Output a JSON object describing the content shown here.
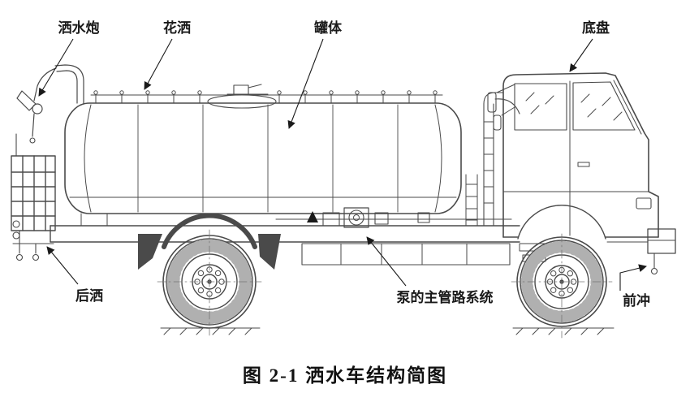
{
  "figure": {
    "caption": "图 2-1 洒水车结构简图"
  },
  "labels": {
    "water_cannon": "洒水炮",
    "shower_sprinkler": "花洒",
    "tank_body": "罐体",
    "chassis": "底盘",
    "rear_sprinkler": "后洒",
    "pump_pipeline": "泵的主管路系统",
    "front_flush": "前冲"
  },
  "colors": {
    "background": "#ffffff",
    "line": "#4a4a4a",
    "annotation": "#1a1a1a"
  }
}
